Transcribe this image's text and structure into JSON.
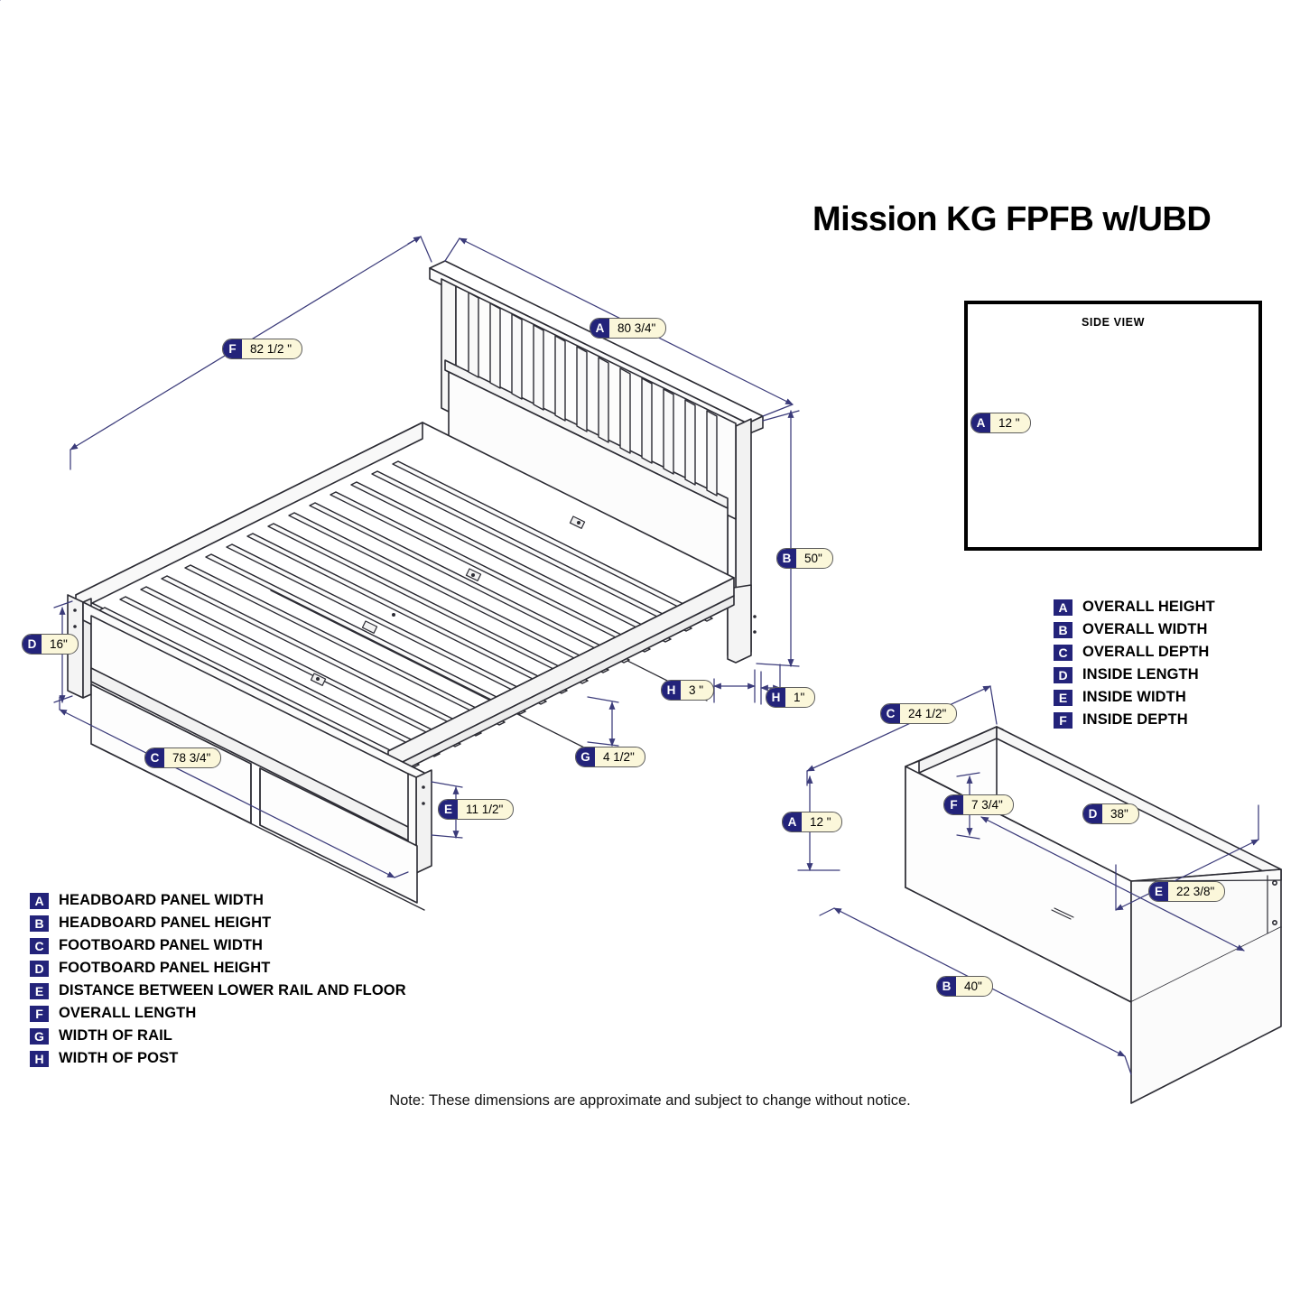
{
  "title": "Mission KG FPFB w/UBD",
  "side_view": {
    "heading": "SIDE VIEW",
    "callout": {
      "key": "A",
      "value": "12 \""
    }
  },
  "bed_callouts": [
    {
      "key": "F",
      "value": "82 1/2 \""
    },
    {
      "key": "A",
      "value": "80 3/4\""
    },
    {
      "key": "B",
      "value": "50\""
    },
    {
      "key": "D",
      "value": "16\""
    },
    {
      "key": "C",
      "value": "78 3/4\""
    },
    {
      "key": "E",
      "value": "11 1/2\""
    },
    {
      "key": "G",
      "value": "4 1/2\""
    },
    {
      "key": "H",
      "value": "3 \""
    },
    {
      "key": "H",
      "value": "1\""
    }
  ],
  "drawer_callouts": [
    {
      "key": "C",
      "value": "24 1/2\""
    },
    {
      "key": "A",
      "value": "12 \""
    },
    {
      "key": "F",
      "value": "7 3/4\""
    },
    {
      "key": "D",
      "value": "38\""
    },
    {
      "key": "E",
      "value": "22 3/8\""
    },
    {
      "key": "B",
      "value": "40\""
    }
  ],
  "legend_bed": [
    {
      "key": "A",
      "label": "HEADBOARD PANEL WIDTH"
    },
    {
      "key": "B",
      "label": "HEADBOARD PANEL HEIGHT"
    },
    {
      "key": "C",
      "label": "FOOTBOARD PANEL WIDTH"
    },
    {
      "key": "D",
      "label": "FOOTBOARD PANEL HEIGHT"
    },
    {
      "key": "E",
      "label": "DISTANCE BETWEEN LOWER RAIL AND FLOOR"
    },
    {
      "key": "F",
      "label": "OVERALL LENGTH"
    },
    {
      "key": "G",
      "label": "WIDTH OF RAIL"
    },
    {
      "key": "H",
      "label": "WIDTH OF POST"
    }
  ],
  "legend_drawer": [
    {
      "key": "A",
      "label": "OVERALL HEIGHT"
    },
    {
      "key": "B",
      "label": "OVERALL WIDTH"
    },
    {
      "key": "C",
      "label": "OVERALL DEPTH"
    },
    {
      "key": "D",
      "label": "INSIDE LENGTH"
    },
    {
      "key": "E",
      "label": "INSIDE WIDTH"
    },
    {
      "key": "F",
      "label": "INSIDE DEPTH"
    }
  ],
  "footnote": "Note:  These dimensions are approximate and subject to change without notice.",
  "colors": {
    "badge": "#23237a",
    "pill_fill": "#fbf7da",
    "pill_border": "#5c5c5c",
    "dimension_line": "#3b3b7a",
    "outline": "#2b2b33",
    "background": "#ffffff"
  }
}
